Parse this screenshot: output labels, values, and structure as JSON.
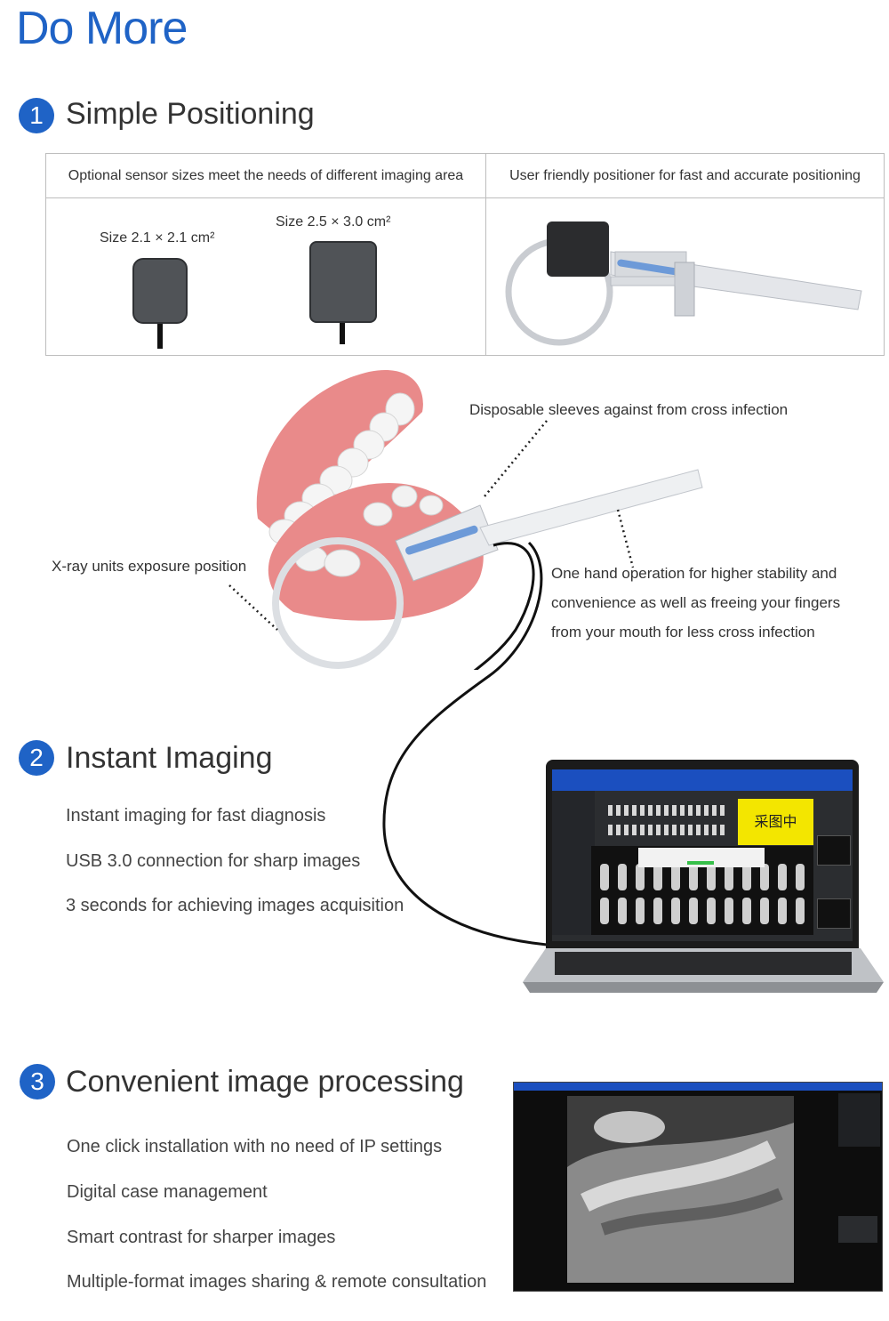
{
  "page_title": "Do More",
  "sections": [
    {
      "number": "1",
      "title": "Simple Positioning",
      "table": {
        "header_left": "Optional sensor sizes meet the needs of different imaging area",
        "header_right": "User friendly positioner for fast and accurate positioning",
        "size_small": "Size  2.1 × 2.1 cm²",
        "size_large": "Size  2.5 × 3.0 cm²"
      }
    },
    {
      "number": "2",
      "title": "Instant Imaging",
      "features": [
        "Instant imaging for fast diagnosis",
        "USB 3.0 connection for sharp images",
        "3 seconds for achieving images acquisition"
      ]
    },
    {
      "number": "3",
      "title": "Convenient image processing",
      "features": [
        "One click installation with no need of IP settings",
        "Digital case management",
        "Smart contrast for sharper images",
        "Multiple-format images sharing & remote consultation"
      ]
    }
  ],
  "callouts": {
    "sleeves": "Disposable sleeves against from cross infection",
    "xray": "X-ray units exposure position",
    "one_hand_lines": [
      "One hand operation for higher stability and",
      "convenience as well as freeing your fingers",
      "from your mouth for less cross infection"
    ]
  },
  "software": {
    "acquiring_label": "采图中"
  },
  "colors": {
    "accent": "#1f63c6",
    "gum": "#e98a8a",
    "titlebar": "#1b4fbf",
    "status_yellow": "#f3e600"
  }
}
